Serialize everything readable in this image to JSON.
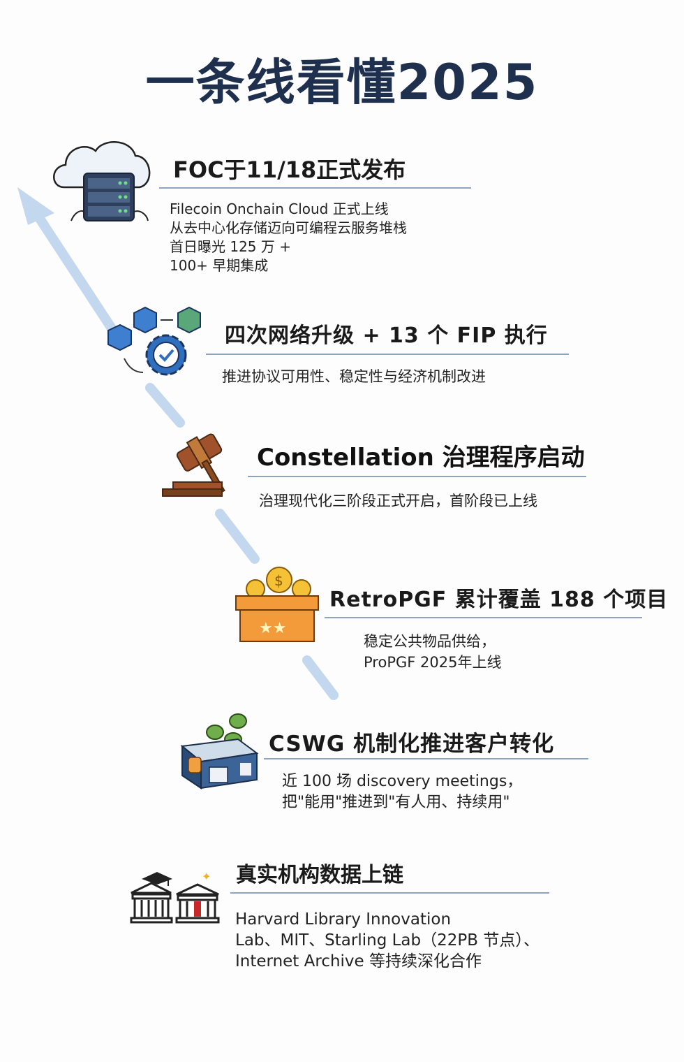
{
  "title": "一条线看懂2025",
  "items": [
    {
      "heading": "FOC于11/18正式发布",
      "icon": "cloud-server-icon",
      "lines": [
        "Filecoin Onchain Cloud 正式上线",
        "从去中心化存储迈向可编程云服务堆栈",
        "首日曝光 125 万 +",
        "100+ 早期集成"
      ]
    },
    {
      "heading": "四次网络升级 + 13 个 FIP 执行",
      "icon": "network-upgrade-gear-icon",
      "lines": [
        "推进协议可用性、稳定性与经济机制改进"
      ]
    },
    {
      "heading": "Constellation 治理程序启动",
      "icon": "gavel-icon",
      "lines": [
        "治理现代化三阶段正式开启，首阶段已上线"
      ]
    },
    {
      "heading": "RetroPGF 累计覆盖 188 个项目",
      "icon": "coin-box-icon",
      "lines": [
        "稳定公共物品供给，",
        "ProPGF 2025年上线"
      ]
    },
    {
      "heading": "CSWG 机制化推进客户转化",
      "icon": "ballot-box-icon",
      "lines": [
        "近 100 场 discovery meetings，",
        "把\"能用\"推进到\"有人用、持续用\""
      ]
    },
    {
      "heading": "真实机构数据上链",
      "icon": "institution-buildings-icon",
      "lines": [
        "Harvard Library Innovation",
        "Lab、MIT、Starling Lab（22PB 节点）、",
        "Internet Archive 等持续深化合作"
      ]
    }
  ],
  "colors": {
    "title": "#1f2f4e",
    "arrow": "#bcd3ec",
    "divider": "#8fa3c0"
  }
}
